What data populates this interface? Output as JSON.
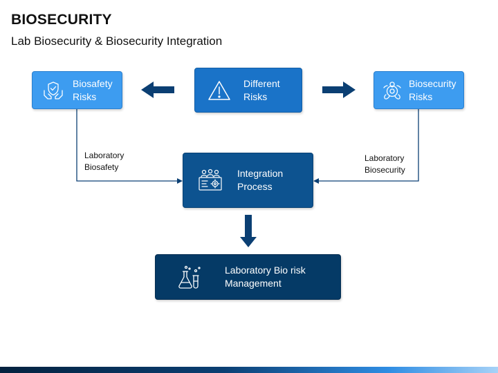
{
  "header": {
    "title": "BIOSECURITY",
    "subtitle": "Lab Biosecurity & Biosecurity Integration"
  },
  "nodes": {
    "biosafety_risks": {
      "label_line1": "Biosafety",
      "label_line2": "Risks",
      "icon": "shield-hands-icon"
    },
    "different_risks": {
      "label_line1": "Different",
      "label_line2": "Risks",
      "icon": "warning-triangle-icon"
    },
    "biosecurity_risks": {
      "label_line1": "Biosecurity",
      "label_line2": "Risks",
      "icon": "biohazard-icon"
    },
    "integration_process": {
      "label_line1": "Integration",
      "label_line2": "Process",
      "icon": "team-gear-icon"
    },
    "lab_bio_risk_management": {
      "label_line1": "Laboratory Bio risk",
      "label_line2": "Management",
      "icon": "lab-flasks-icon"
    }
  },
  "edges": {
    "left_connector": {
      "line1": "Laboratory",
      "line2": "Biosafety"
    },
    "right_connector": {
      "line1": "Laboratory",
      "line2": "Biosecurity"
    }
  },
  "colors": {
    "light_blue": "#3d9cf0",
    "mid_blue": "#1a73c8",
    "dark_blue": "#0d5390",
    "navy": "#053a66",
    "arrow": "#0b3f73"
  }
}
